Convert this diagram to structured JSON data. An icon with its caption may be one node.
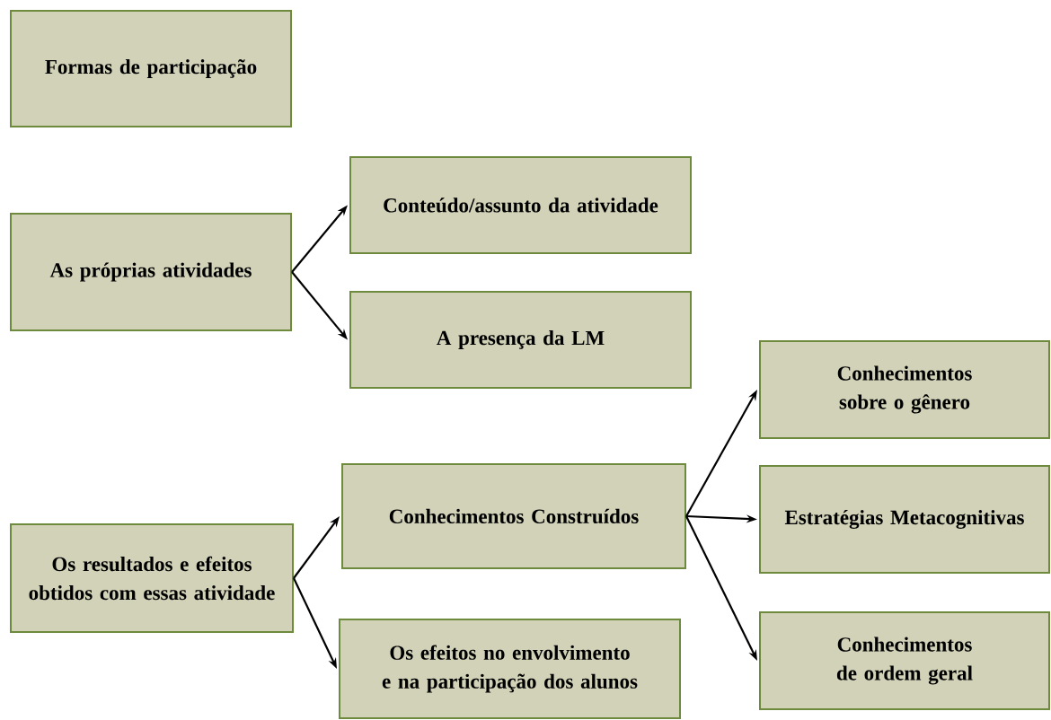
{
  "diagram": {
    "nodes": [
      {
        "text": [
          "Formas de participação"
        ]
      },
      {
        "text": [
          "As próprias atividades"
        ]
      },
      {
        "text": [
          "Conteúdo/assunto da atividade"
        ]
      },
      {
        "text": [
          "A presença da LM"
        ]
      },
      {
        "text": [
          "Os resultados e efeitos obtidos com essas atividade"
        ]
      },
      {
        "text": [
          "Conhecimentos Construídos"
        ]
      },
      {
        "text": [
          "Os efeitos no envolvimento e na participação dos alunos"
        ]
      },
      {
        "text": [
          "Conhecimentos sobre o gênero"
        ]
      },
      {
        "text": [
          "Estratégias Metacognitivas"
        ]
      },
      {
        "text": [
          "Conhecimentos de ordem geral"
        ]
      }
    ],
    "edges": [
      {
        "from": 1,
        "to": 2,
        "arrow": "to"
      },
      {
        "from": 1,
        "to": 3,
        "arrow": "to"
      },
      {
        "from": 4,
        "to": 5,
        "arrow": "to"
      },
      {
        "from": 4,
        "to": 6,
        "arrow": "to"
      },
      {
        "from": 5,
        "to": 7,
        "arrow": "to"
      },
      {
        "from": 5,
        "to": 8,
        "arrow": "to"
      },
      {
        "from": 5,
        "to": 9,
        "arrow": "to"
      }
    ]
  }
}
